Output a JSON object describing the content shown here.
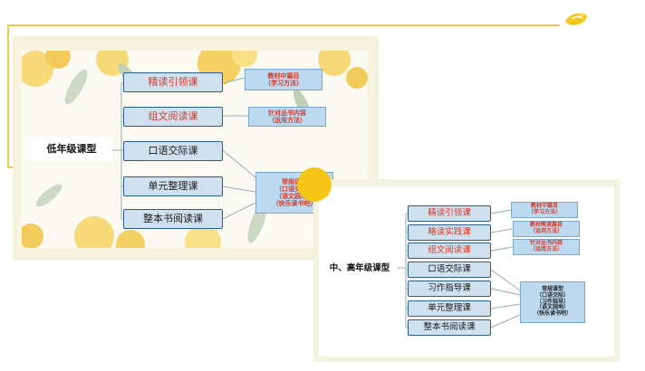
{
  "slide1": {
    "root": "低年级课型",
    "courses": [
      {
        "label": "精读引领课",
        "color": "red"
      },
      {
        "label": "组文阅读课",
        "color": "red"
      },
      {
        "label": "口语交际课",
        "color": "dark"
      },
      {
        "label": "单元整理课",
        "color": "dark"
      },
      {
        "label": "整本书阅读课",
        "color": "dark"
      }
    ],
    "notes": [
      {
        "text": "教材中篇目\n（学习方法）"
      },
      {
        "text": "针对丛书内容\n（运用方法）"
      },
      {
        "text": "常规课型\n（口语交际）\n（语文园地）\n（快乐读书吧）"
      }
    ]
  },
  "slide2": {
    "root": "中、高年级课型",
    "courses": [
      {
        "label": "精读引领课",
        "color": "red"
      },
      {
        "label": "略读实践课",
        "color": "red"
      },
      {
        "label": "组文阅读课",
        "color": "red"
      },
      {
        "label": "口语交际课",
        "color": "dark"
      },
      {
        "label": "习作指导课",
        "color": "dark"
      },
      {
        "label": "单元整理课",
        "color": "dark"
      },
      {
        "label": "整本书阅读课",
        "color": "dark"
      }
    ],
    "notes": [
      {
        "text": "教材中篇目\n（学习方法）"
      },
      {
        "text": "教材略读篇目\n（运用方法）"
      },
      {
        "text": "针对丛书内容\n（运用方法）"
      },
      {
        "text": "常规课型\n（口语交际）\n（习作指导）\n（语文园地）\n（快乐读书吧）"
      }
    ]
  },
  "colors": {
    "accent_yellow": "#f5c518",
    "box_fill": "#cfe1ef",
    "box_border": "#2b5c8a",
    "red_text": "#d23a2a"
  }
}
